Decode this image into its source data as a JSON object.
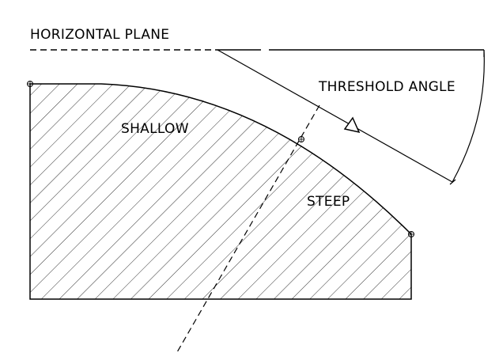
{
  "labels": {
    "horizontal_plane": "HORIZONTAL PLANE",
    "threshold_angle": "THRESHOLD ANGLE",
    "shallow": "SHALLOW",
    "steep": "STEEP"
  },
  "colors": {
    "line": "#000000",
    "background": "#ffffff"
  }
}
